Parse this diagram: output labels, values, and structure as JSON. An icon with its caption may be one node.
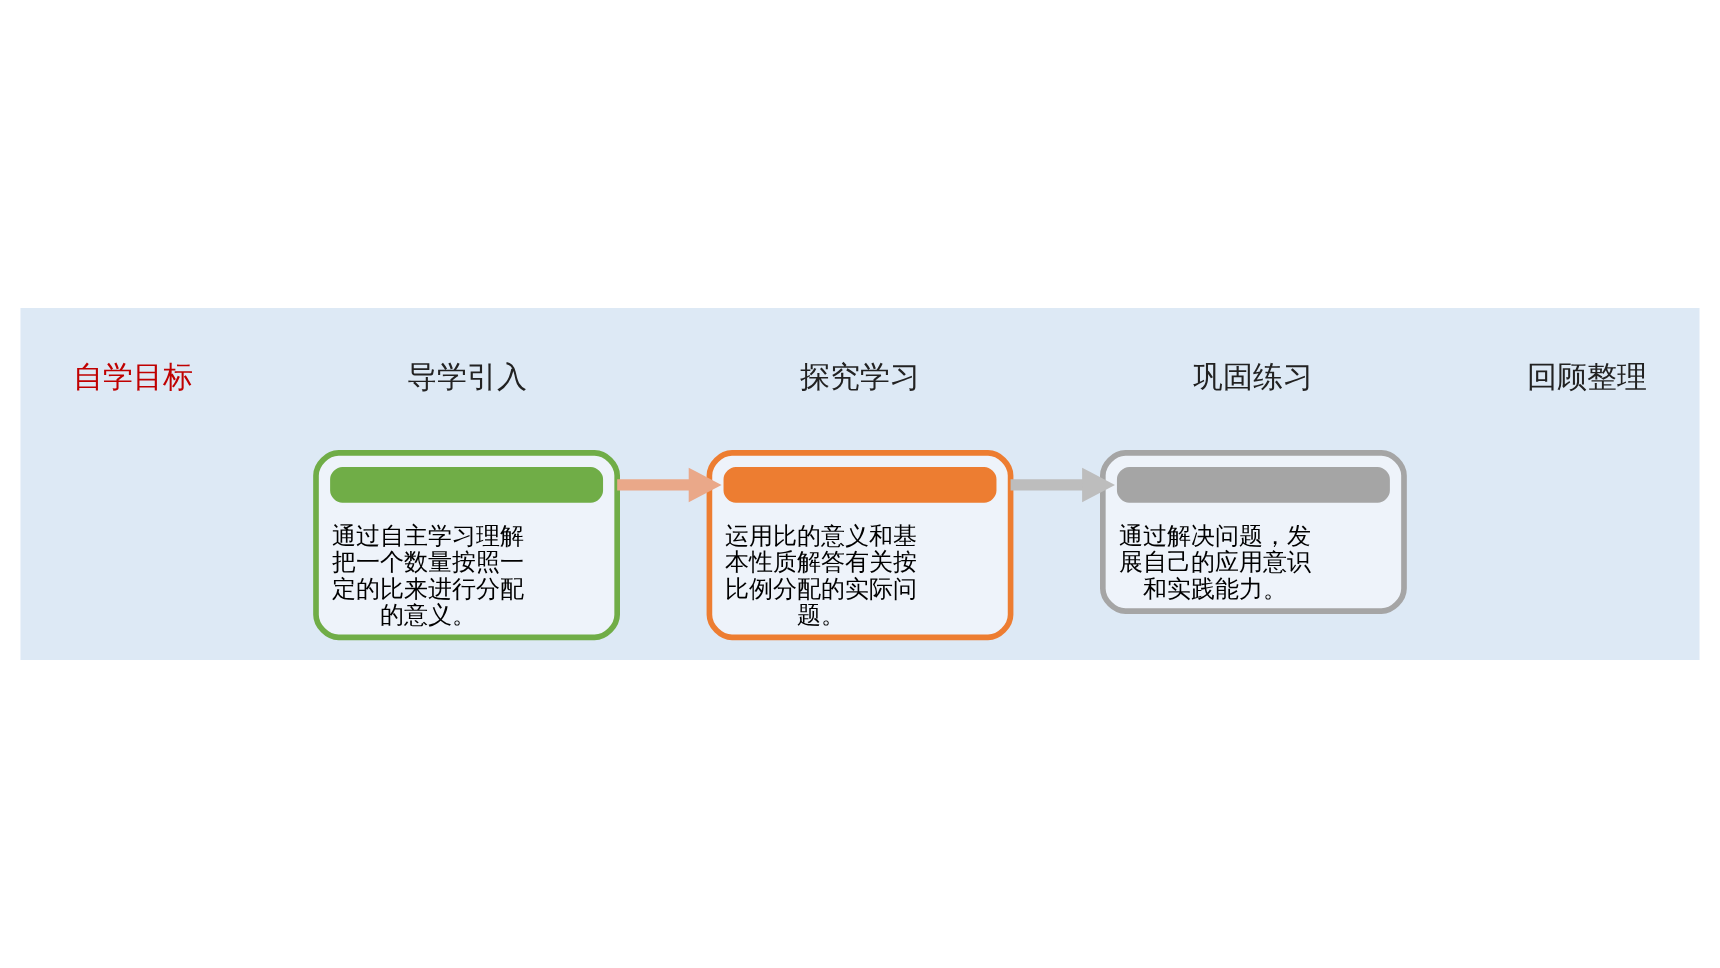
{
  "diagram": {
    "nodes": [
      {
        "text": [
          "通过自主学习理解把一个数量按照一定的比来进行分配的意义。"
        ]
      },
      {
        "text": [],
        "shape": "bar",
        "in": 0
      },
      {
        "text": [
          "运用比的意义和基本性质解答有关按比例分配的实际问题。"
        ]
      },
      {
        "text": [],
        "shape": "bar",
        "in": 2
      },
      {
        "text": [
          "通过解决问题，发展自己的应用意识和实践能力。"
        ]
      },
      {
        "text": [],
        "shape": "bar",
        "in": 4
      }
    ],
    "edges": [
      {
        "from": 0,
        "to": 2,
        "arrow": "to",
        "color": "#eaa889"
      },
      {
        "from": 2,
        "to": 4,
        "arrow": "to",
        "color": "#bdbdbd"
      }
    ],
    "labels": [
      "自学目标",
      "导学引入",
      "探究学习",
      "巩固练习",
      "回顾整理"
    ]
  }
}
